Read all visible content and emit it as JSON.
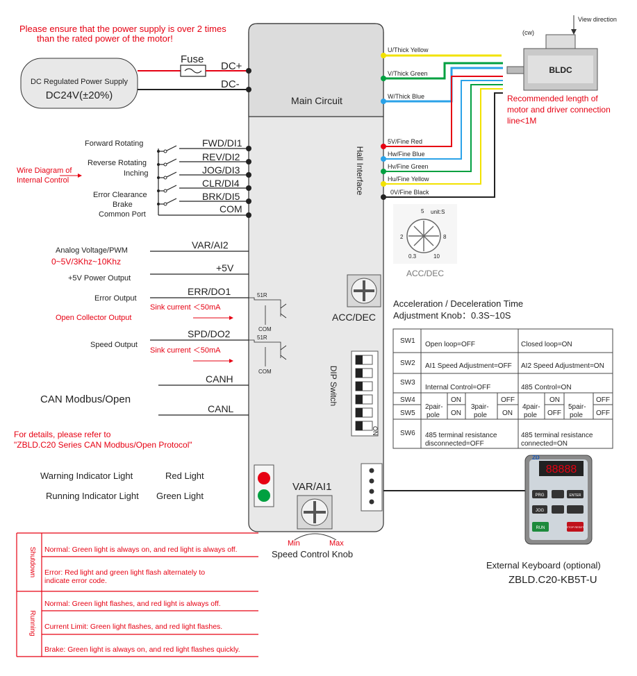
{
  "top_note": [
    "Please ensure that the power supply is over 2 times",
    "than the rated power of the motor!"
  ],
  "power_supply": {
    "title": "DC Regulated Power Supply",
    "voltage": "DC24V(±20%)"
  },
  "fuse_label": "Fuse",
  "dc_plus": "DC+",
  "dc_minus": "DC-",
  "main_circuit": "Main Circuit",
  "hall_interface": "Hall Interface",
  "motor": {
    "label": "BLDC",
    "rotation": "(cw)",
    "view_direction": "View direction"
  },
  "motor_note": [
    "Recommended length of",
    "motor and driver connection",
    "line<1M"
  ],
  "motor_wires": [
    "U/Thick Yellow",
    "V/Thick Green",
    "W/Thick Blue"
  ],
  "hall_wires": [
    "5V/Fine Red",
    "Hw/Fine Blue",
    "Hv/Fine Green",
    "Hu/Fine Yellow",
    "0V/Fine Black"
  ],
  "wire_colors": {
    "yellow": "#f2e200",
    "green": "#00a040",
    "blue": "#2aa2e8",
    "red": "#e60012",
    "black": "#222222"
  },
  "inputs": [
    "FWD/DI1",
    "REV/DI2",
    "JOG/DI3",
    "CLR/DI4",
    "BRK/DI5",
    "COM"
  ],
  "input_labels": {
    "forward": "Forward Rotating",
    "reverse": "Reverse Rotating",
    "inching": "Inching",
    "error_clearance": "Error Clearance",
    "brake": "Brake",
    "common": "Common Port"
  },
  "wire_diagram_note": [
    "Wire Diagram of",
    "Internal Control"
  ],
  "analog": {
    "terminal": "VAR/AI2",
    "label": "Analog Voltage/PWM",
    "range": "0~5V/3Khz~10Khz",
    "plus5_terminal": "+5V",
    "plus5_label": "+5V Power Output"
  },
  "error_output": {
    "terminal": "ERR/DO1",
    "label": "Error Output",
    "note": "Open Collector Output",
    "sink": "Sink current ＜50mA",
    "resistor": "51R",
    "com": "COM"
  },
  "speed_output": {
    "terminal": "SPD/DO2",
    "label": "Speed Output",
    "sink": "Sink current ＜50mA",
    "resistor": "51R",
    "com": "COM"
  },
  "can": {
    "canh": "CANH",
    "canl": "CANL",
    "label": "CAN Modbus/Open",
    "note": [
      "For details, please refer to",
      "\"ZBLD.C20 Series CAN Modbus/Open Protocol\""
    ]
  },
  "acc_dec": {
    "label": "ACC/DEC",
    "knob_unit": "unit:S",
    "knob_marks": [
      "5",
      "2",
      "8",
      "0.3",
      "10"
    ],
    "knob_caption": "ACC/DEC",
    "title": "Acceleration / Deceleration Time",
    "subtitle": "Adjustment Knob：0.3S~10S"
  },
  "dip_switch": {
    "label": "DIP Switch",
    "on": "ON"
  },
  "sw_table": [
    {
      "sw": "SW1",
      "left": "Open loop=OFF",
      "right": "Closed loop=ON"
    },
    {
      "sw": "SW2",
      "left": "AI1 Speed Adjustment=OFF",
      "right": "AI2 Speed Adjustment=ON"
    },
    {
      "sw": "SW3",
      "left": "Internal Control=OFF",
      "right": "485 Control=ON"
    },
    {
      "sw": "SW6",
      "left": [
        "485 terminal resistance",
        "disconnected=OFF"
      ],
      "right": [
        "485 terminal resistance",
        "connected=ON"
      ]
    }
  ],
  "sw45": {
    "sw4": "SW4",
    "sw5": "SW5",
    "p2": [
      "2pair-",
      "pole"
    ],
    "p3": [
      "3pair-",
      "pole"
    ],
    "p4": [
      "4pair-",
      "pole"
    ],
    "p5": [
      "5pair-",
      "pole"
    ],
    "on": "ON",
    "off": "OFF"
  },
  "indicators": {
    "warning": "Warning Indicator Light",
    "red": "Red Light",
    "running": "Running Indicator Light",
    "green": "Green Light"
  },
  "var_ai1": {
    "label": "VAR/AI1",
    "min": "Min",
    "max": "Max",
    "caption": "Speed Control Knob"
  },
  "status_table": {
    "groups": [
      "Shutdown",
      "Running"
    ],
    "rows": [
      [
        "Normal: Green light is always on, and red light is always off."
      ],
      [
        "Error: Red light and green light flash alternately to",
        "indicate error code."
      ],
      [
        "Normal: Green light flashes, and red light is always off."
      ],
      [
        "Current Limit: Green light flashes, and red light flashes."
      ],
      [
        "Brake: Green light is always on, and red light flashes quickly."
      ]
    ]
  },
  "keyboard": {
    "caption": "External Keyboard (optional)",
    "model": "ZBLD.C20-KB5T-U",
    "brand": "ZD",
    "display": "88888",
    "keys": [
      "PRG",
      "ENTER",
      "JOG",
      "RUN",
      "STOP RESET"
    ]
  }
}
